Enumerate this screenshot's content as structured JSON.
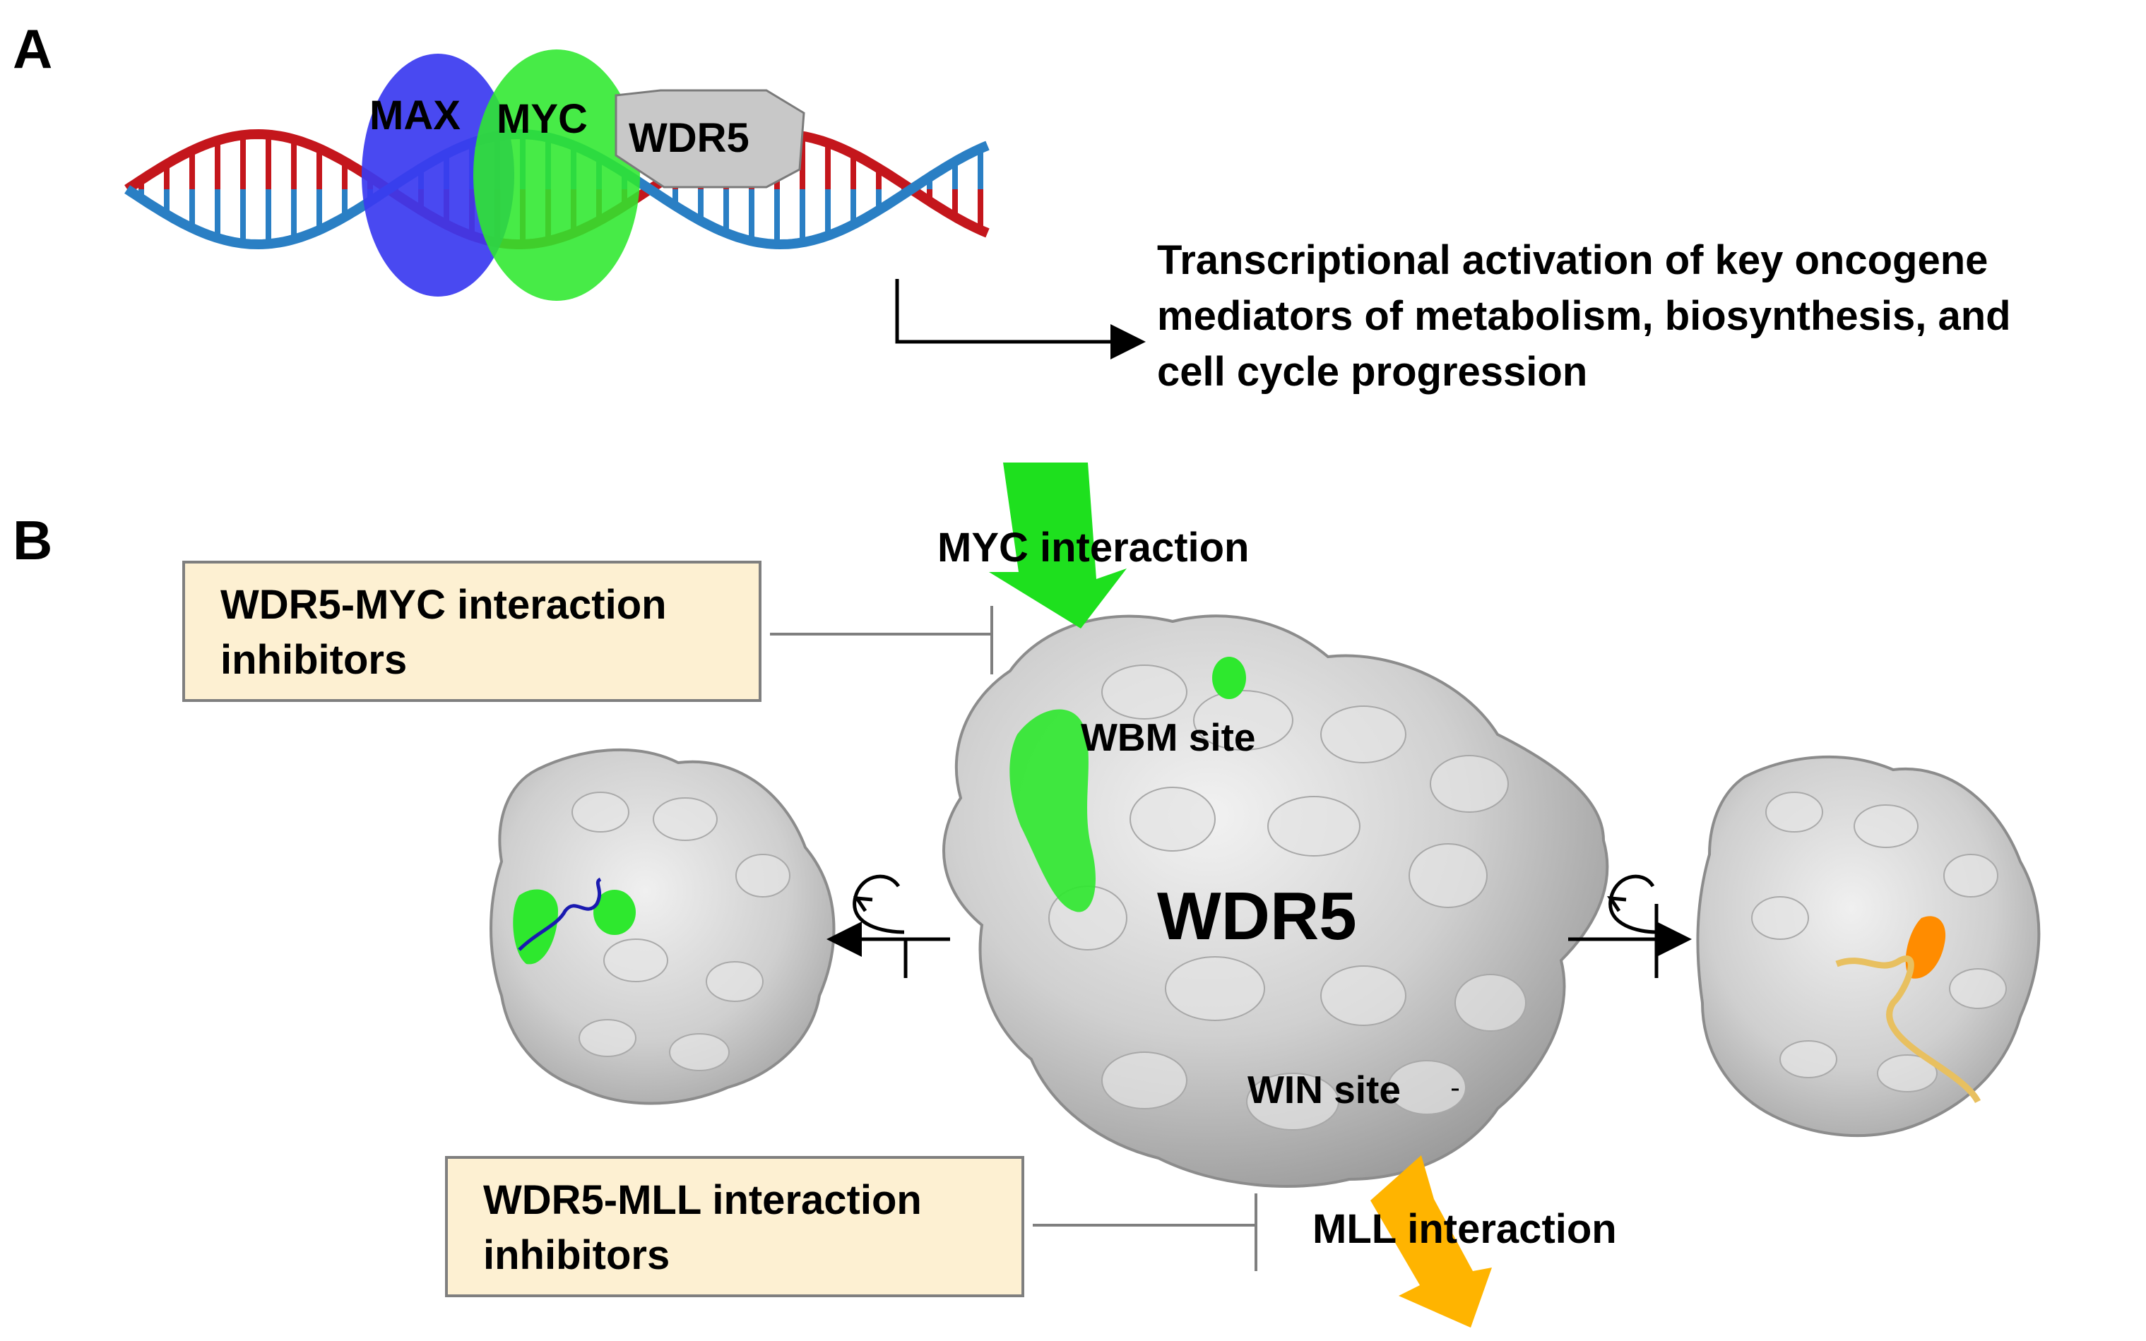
{
  "panels": {
    "a": "A",
    "b": "B"
  },
  "panel_a": {
    "proteins": {
      "max": "MAX",
      "myc": "MYC",
      "wdr5": "WDR5"
    },
    "outcome_lines": [
      "Transcriptional activation of key oncogene",
      "mediators of metabolism, biosynthesis, and",
      "cell cycle progression"
    ]
  },
  "panel_b": {
    "myc_interaction": "MYC interaction",
    "mll_interaction": "MLL interaction",
    "wbm_site": "WBM site",
    "win_site": "WIN site",
    "wdr5_center": "WDR5",
    "inhibitor_boxes": {
      "myc_lines": [
        "WDR5-MYC interaction",
        "inhibitors"
      ],
      "mll_lines": [
        "WDR5-MLL interaction",
        "inhibitors"
      ]
    }
  },
  "colors": {
    "max": "#3a3af0",
    "myc": "#2ee82e",
    "wdr5_gray": "#c8c8c8",
    "dna_red": "#c4161c",
    "dna_blue": "#2a7fc4",
    "myc_arrow": "#1ee01e",
    "mll_arrow": "#ffb400",
    "box_fill": "#fdf0d2",
    "protein_surface": "#d2d2d2"
  }
}
